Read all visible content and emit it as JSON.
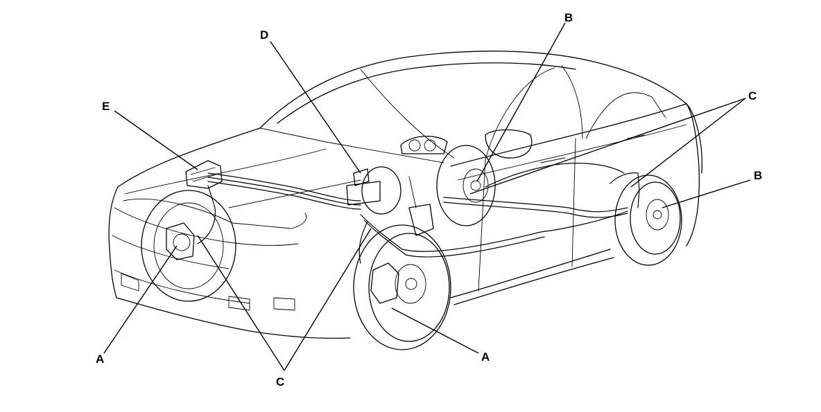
{
  "callouts": {
    "a_front_left": "A",
    "a_front_right": "A",
    "b_top": "B",
    "b_right": "B",
    "c_bottom": "C",
    "c_top_right": "C",
    "d": "D",
    "e": "E"
  }
}
